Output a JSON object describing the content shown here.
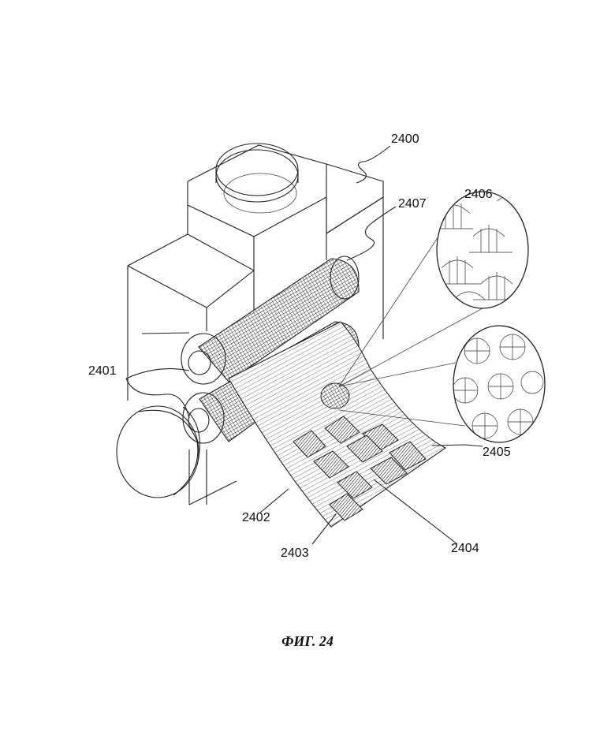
{
  "labels": {
    "l2400": "2400",
    "l2401": "2401",
    "l2402": "2402",
    "l2403": "2403",
    "l2404": "2404",
    "l2405": "2405",
    "l2406": "2406",
    "l2407": "2407"
  },
  "caption": "ФИГ. 24",
  "colors": {
    "line": "#222222",
    "hatch": "#555555",
    "paper": "#ffffff"
  }
}
